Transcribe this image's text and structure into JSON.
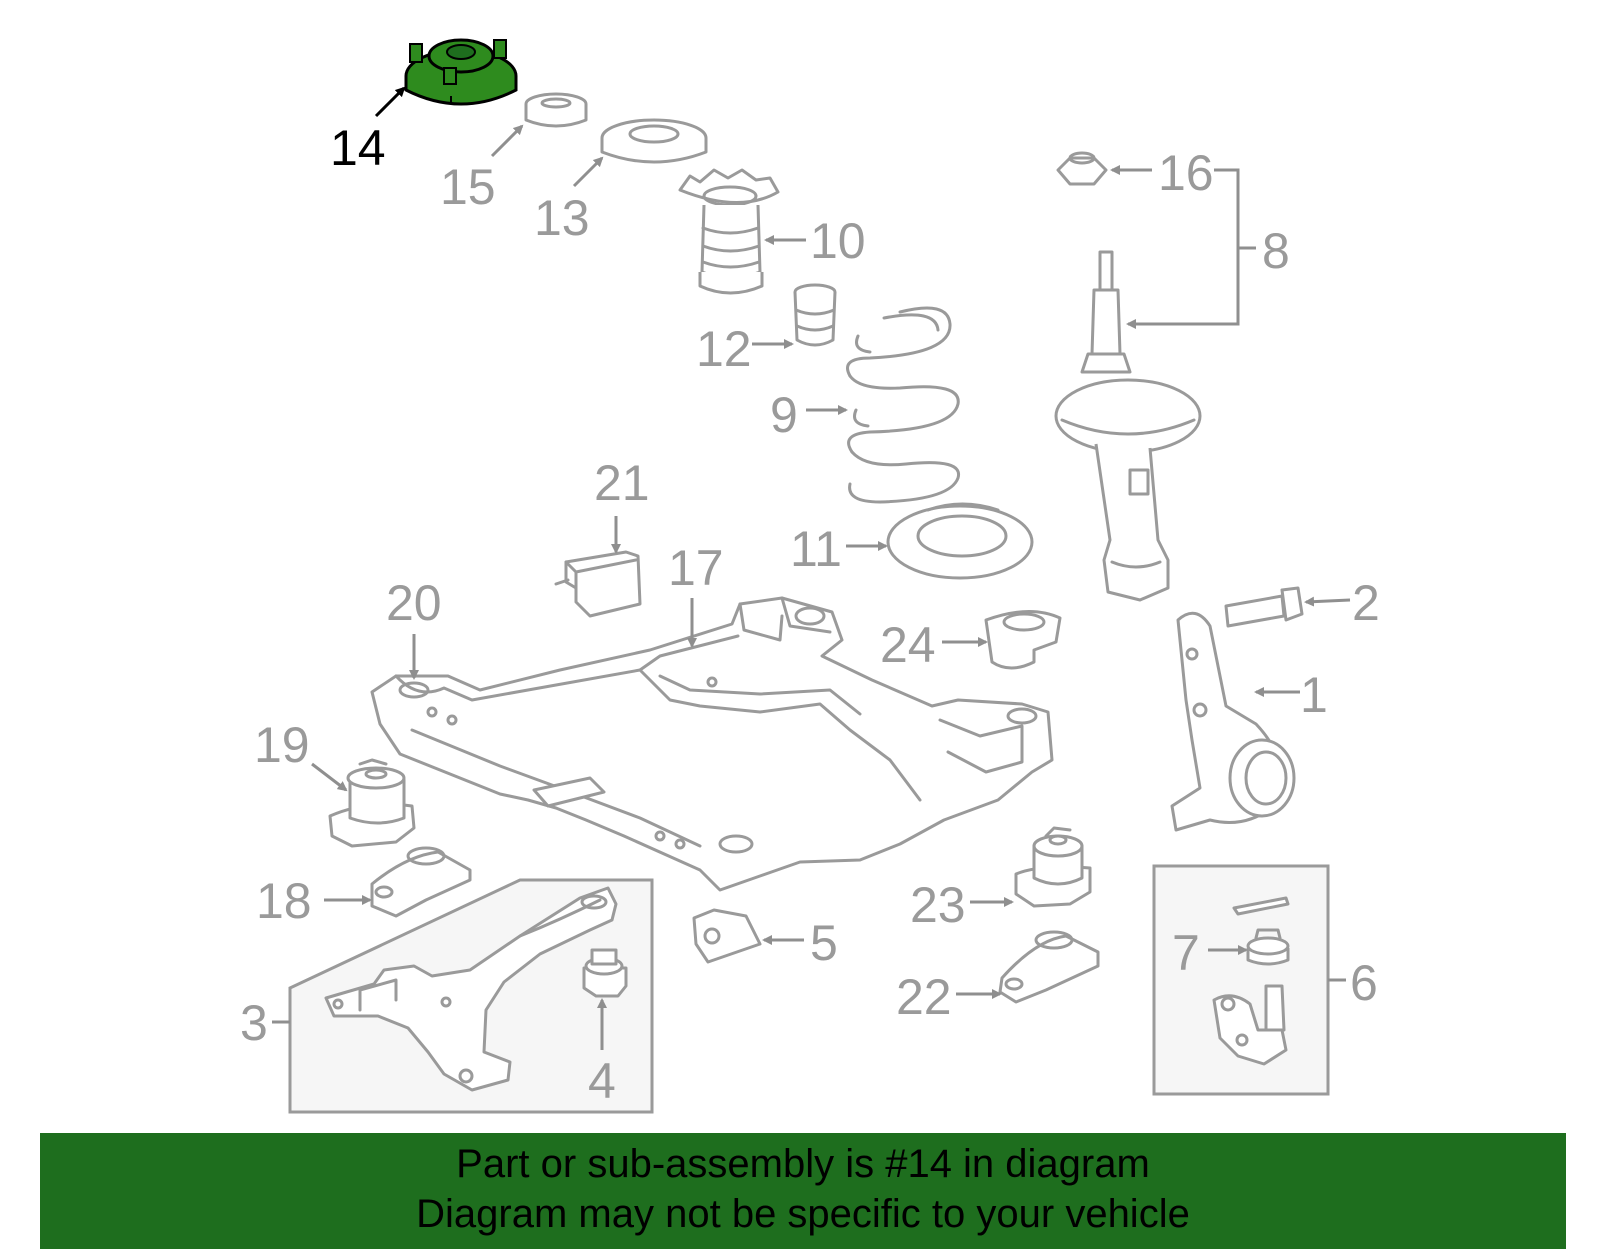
{
  "highlight_color": "#2e8b1e",
  "banner_color": "#1e6e1e",
  "callouts": {
    "c1": "1",
    "c2": "2",
    "c3": "3",
    "c4": "4",
    "c5": "5",
    "c6": "6",
    "c7": "7",
    "c8": "8",
    "c9": "9",
    "c10": "10",
    "c11": "11",
    "c12": "12",
    "c13": "13",
    "c14": "14",
    "c15": "15",
    "c16": "16",
    "c17": "17",
    "c18": "18",
    "c19": "19",
    "c20": "20",
    "c21": "21",
    "c22": "22",
    "c23": "23",
    "c24": "24"
  },
  "banner": {
    "line1": "Part or sub-assembly is #14 in diagram",
    "line2": "Diagram may not be specific to your vehicle"
  }
}
